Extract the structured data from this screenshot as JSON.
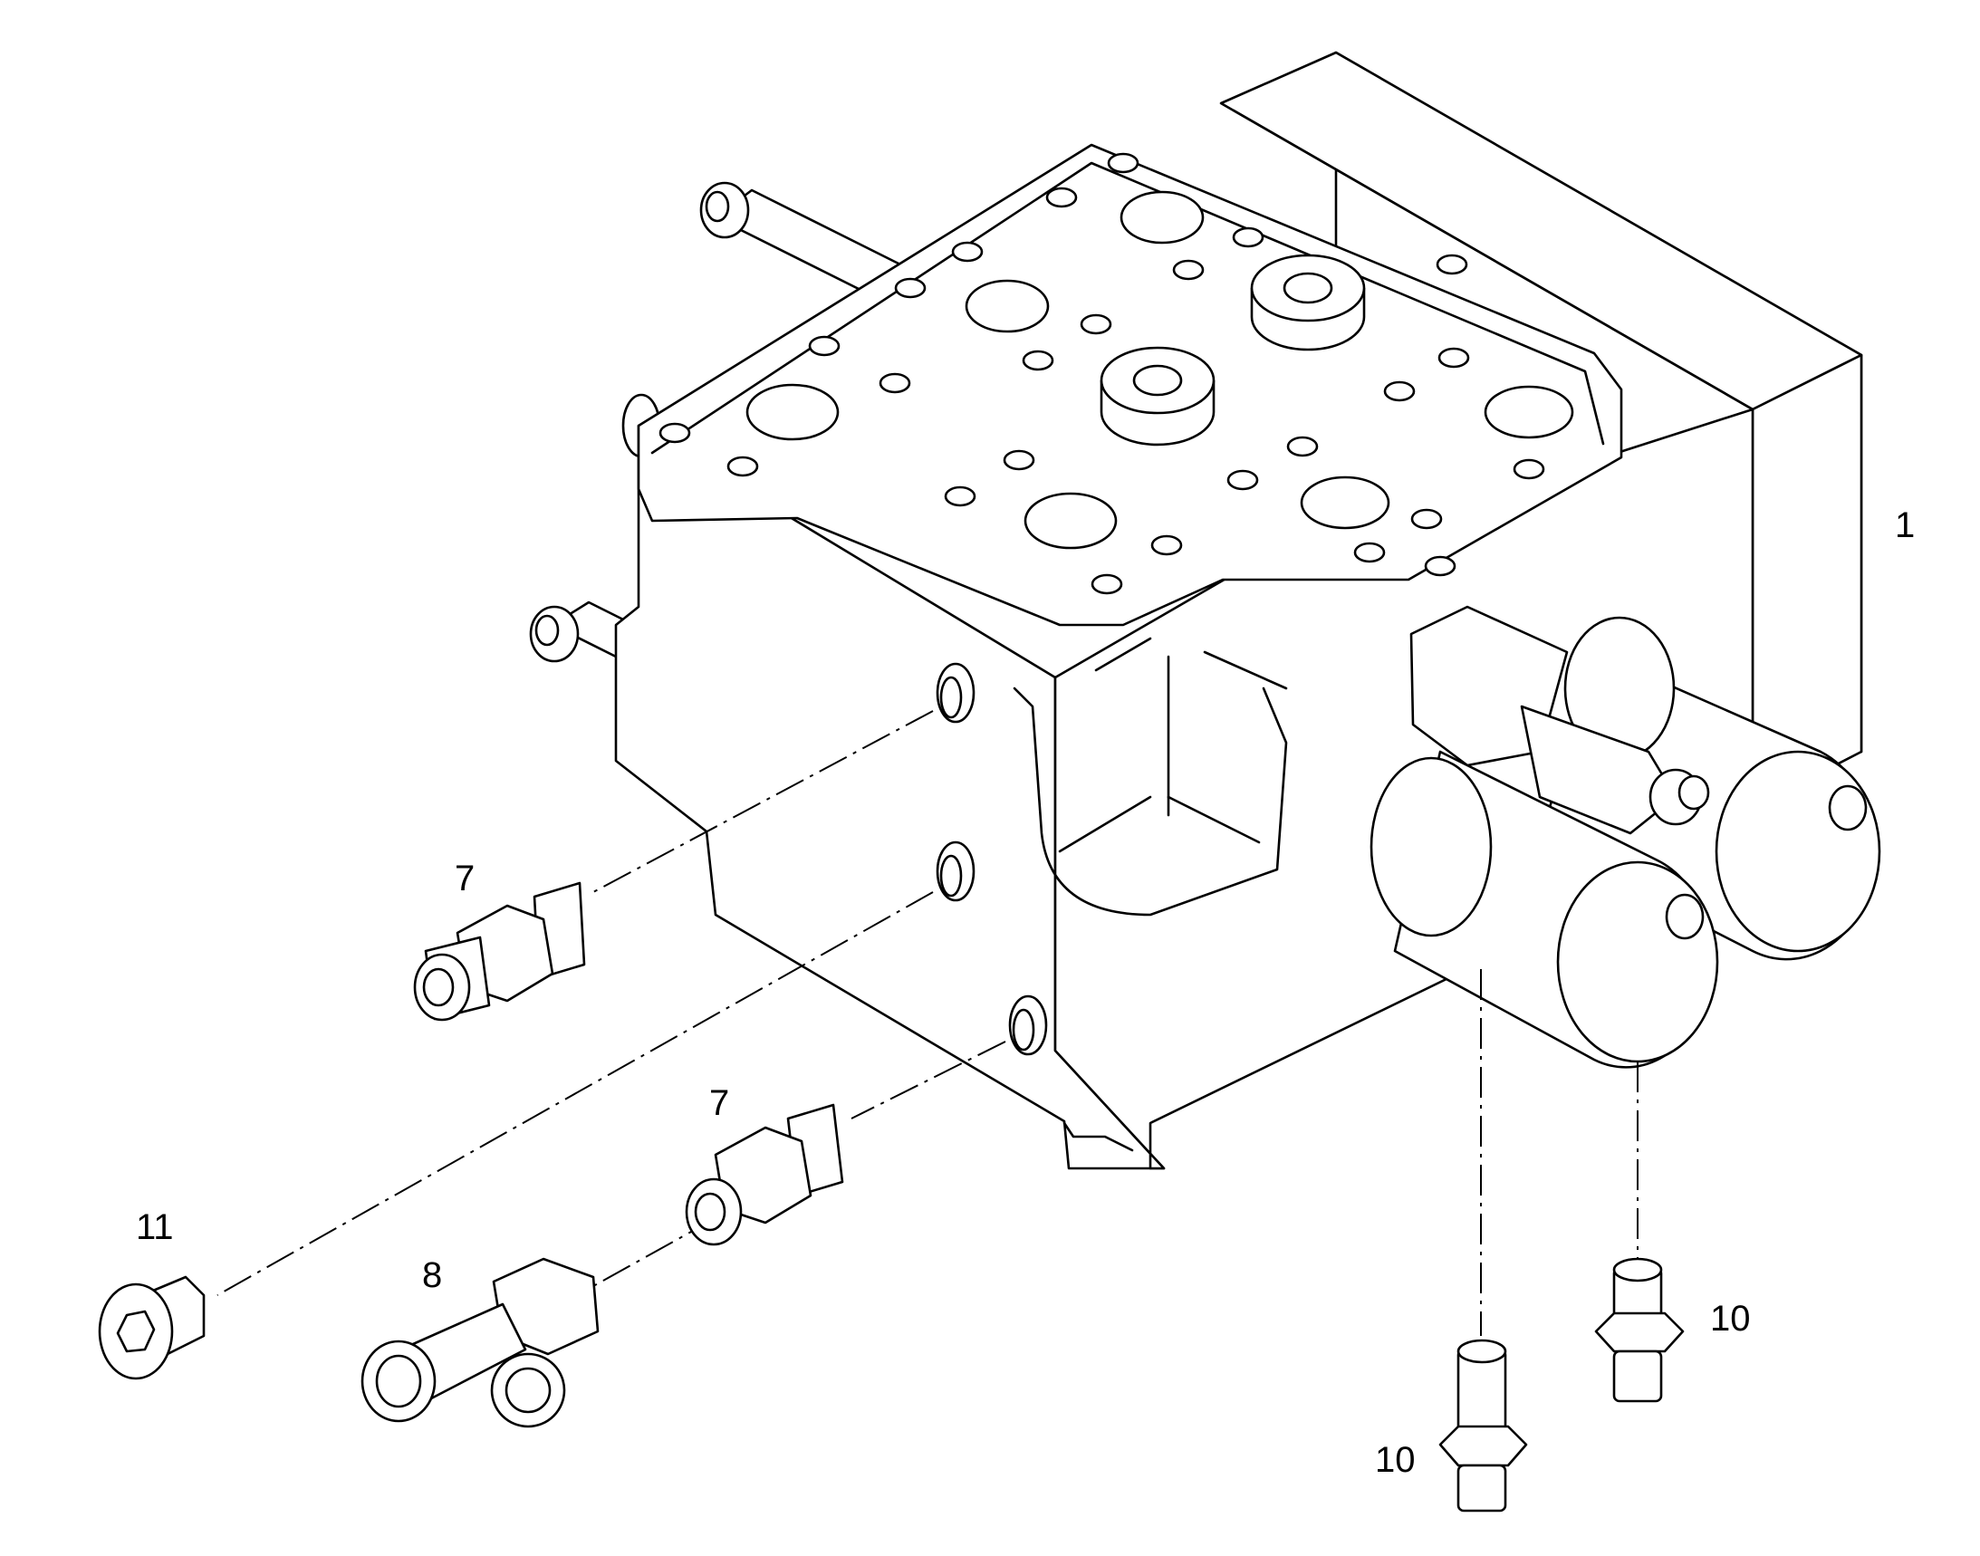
{
  "callouts": [
    {
      "id": "callout-1",
      "text": "1"
    },
    {
      "id": "callout-7-upper",
      "text": "7"
    },
    {
      "id": "callout-7-lower",
      "text": "7"
    },
    {
      "id": "callout-8",
      "text": "8"
    },
    {
      "id": "callout-11",
      "text": "11"
    },
    {
      "id": "callout-10-right",
      "text": "10"
    },
    {
      "id": "callout-10-left",
      "text": "10"
    }
  ],
  "colors": {
    "line": "#000000",
    "background": "#ffffff"
  }
}
